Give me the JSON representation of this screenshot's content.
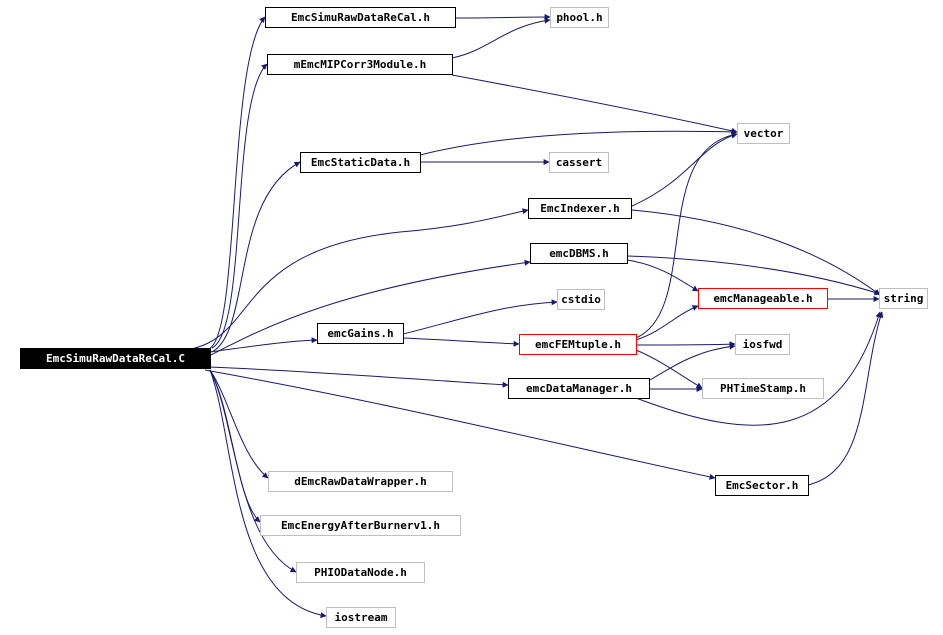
{
  "colors": {
    "edge": "#191970",
    "root_bg": "#000000",
    "root_text": "#ffffff",
    "border_local": "#000000",
    "border_system": "#bfbfbf",
    "border_highlight": "#ff0000"
  },
  "nodes": {
    "root": "EmcSimuRawDataReCal.C",
    "EmcSimuRawDataReCal_h": "EmcSimuRawDataReCal.h",
    "phool_h": "phool.h",
    "mEmcMIPCorr3Module_h": "mEmcMIPCorr3Module.h",
    "vector": "vector",
    "EmcStaticData_h": "EmcStaticData.h",
    "cassert": "cassert",
    "EmcIndexer_h": "EmcIndexer.h",
    "emcDBMS_h": "emcDBMS.h",
    "string": "string",
    "emcManageable_h": "emcManageable.h",
    "cstdio": "cstdio",
    "emcGains_h": "emcGains.h",
    "emcFEMtuple_h": "emcFEMtuple.h",
    "iosfwd": "iosfwd",
    "emcDataManager_h": "emcDataManager.h",
    "PHTimeStamp_h": "PHTimeStamp.h",
    "EmcSector_h": "EmcSector.h",
    "dEmcRawDataWrapper_h": "dEmcRawDataWrapper.h",
    "EmcEnergyAfterBurnerv1_h": "EmcEnergyAfterBurnerv1.h",
    "PHIODataNode_h": "PHIODataNode.h",
    "iostream": "iostream"
  }
}
